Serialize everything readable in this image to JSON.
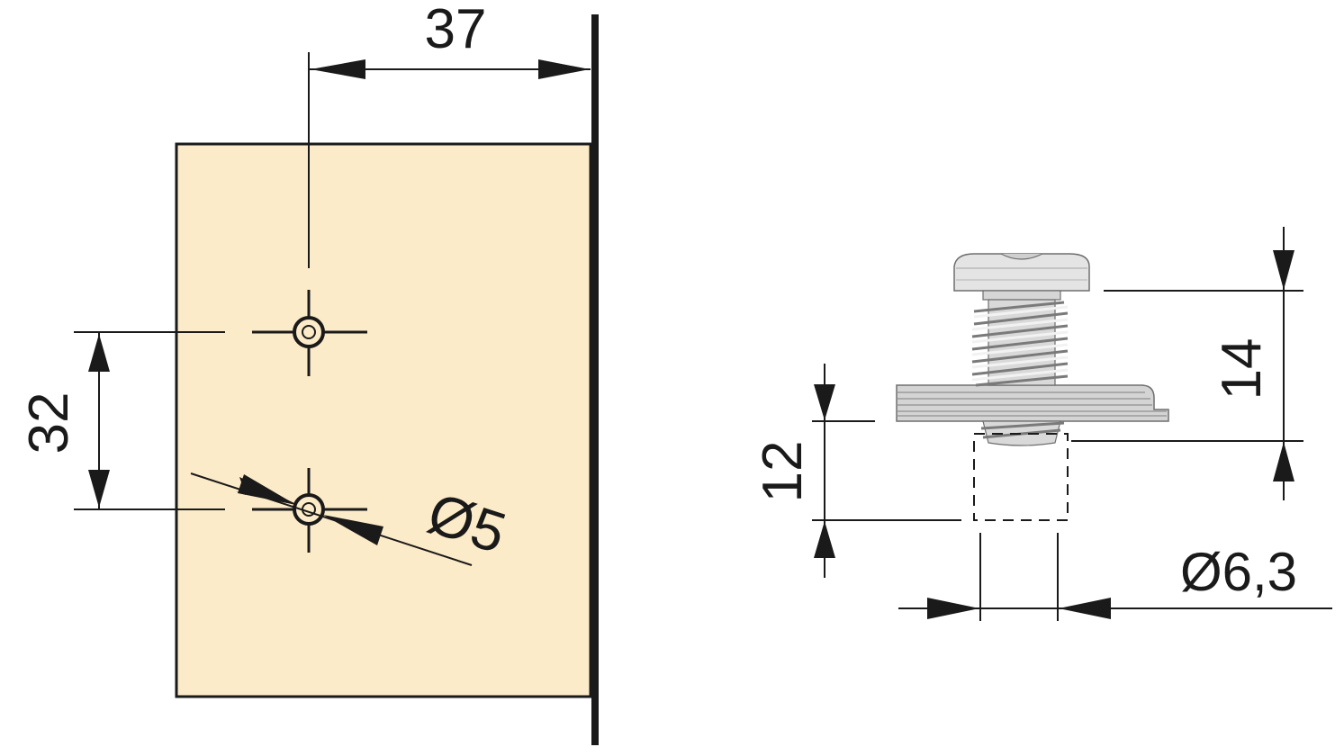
{
  "panel_drawing": {
    "panel_fill": "#fcebc8",
    "ink": "#1a1a1a",
    "dim_offset_from_edge": "37",
    "dim_hole_spacing": "32",
    "dim_hole_diameter": "Ø5"
  },
  "screw_drawing": {
    "metal_light": "#e6e6e6",
    "metal_mid": "#c8c8c8",
    "metal_dark": "#9a9a9a",
    "dim_screw_length": "14",
    "dim_drill_depth": "12",
    "dim_screw_diameter": "Ø6,3"
  }
}
